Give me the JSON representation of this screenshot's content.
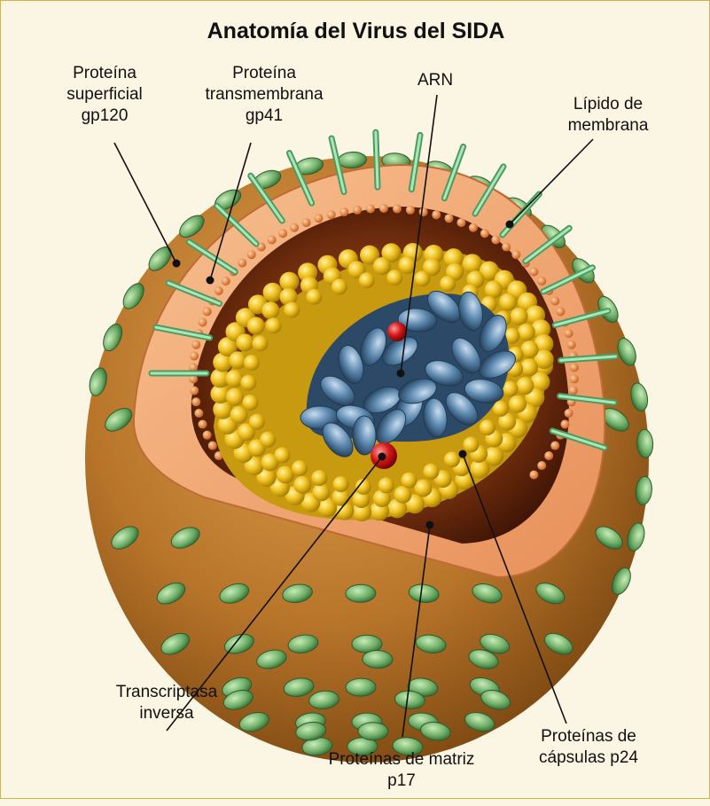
{
  "title": "Anatomía del Virus del SIDA",
  "labels": {
    "gp120": "Proteína\nsuperficial\ngp120",
    "gp41": "Proteína\ntransmembrana\ngp41",
    "arn": "ARN",
    "lipido": "Lípido de\nmembrana",
    "transcriptasa": "Transcriptasa\ninversa",
    "matriz": "Proteínas de matriz\np17",
    "capsulas": "Proteínas de\ncápsulas p24"
  },
  "colors": {
    "background": "#fbf5e3",
    "border": "#d4b24c",
    "envelope": "#c0802e",
    "envelope_dark": "#8a5518",
    "membrane": "#f5a878",
    "interior": "#5a2208",
    "matrix_beads": "#e07a30",
    "capsid": "#f0c020",
    "rna": "#5a86ad",
    "enzyme": "#c81818",
    "knob": "#6fae68",
    "stem": "#7ed49a"
  }
}
